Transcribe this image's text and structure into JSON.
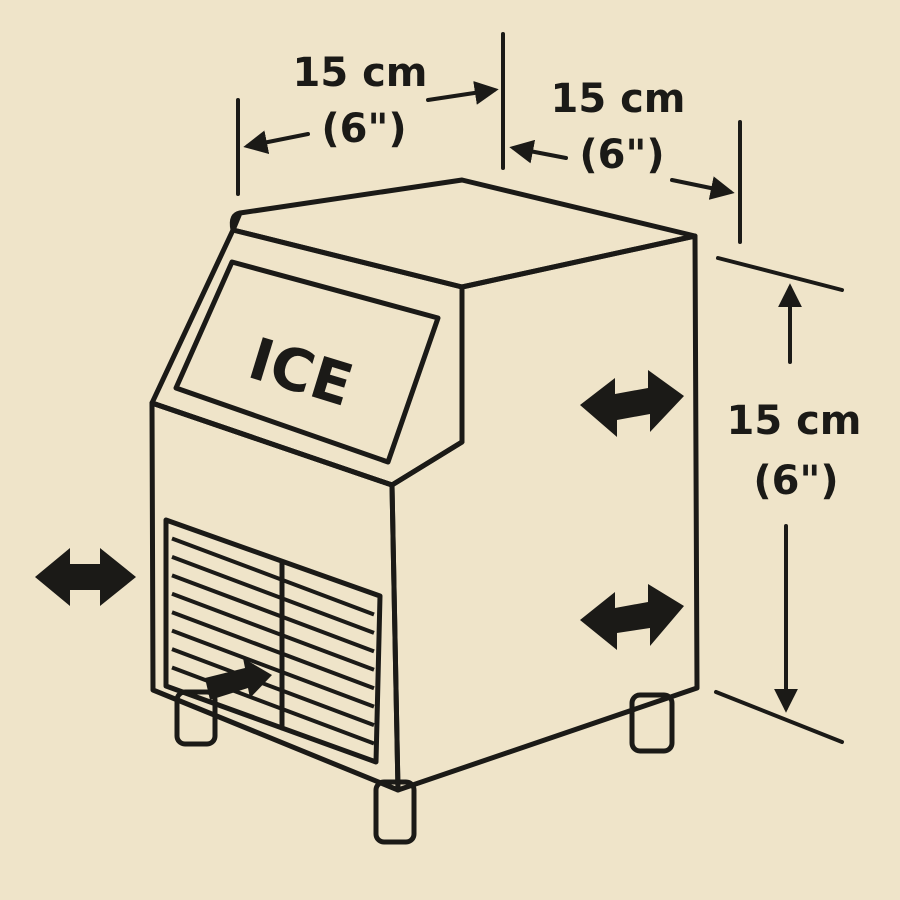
{
  "panel_label": "ICE",
  "dimensions": {
    "front_clearance": {
      "metric": "15 cm",
      "imperial": "(6\")"
    },
    "side_clearance": {
      "metric": "15 cm",
      "imperial": "(6\")"
    },
    "height_clearance": {
      "metric": "15 cm",
      "imperial": "(6\")"
    }
  },
  "colors": {
    "background": "#efe4c9",
    "ink": "#1b1a17",
    "front_face": "#e9dcc0",
    "side_face": "#d8c8a6",
    "top_face": "#e5d7b8",
    "legs": "#b9a88a"
  },
  "icons": [
    "airflow-arrow",
    "airflow-inlet-arrow",
    "dimension-arrow"
  ]
}
